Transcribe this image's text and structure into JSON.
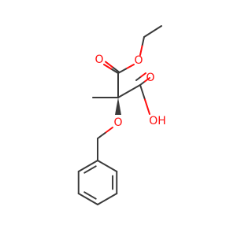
{
  "molecule": {
    "atoms": {
      "ester_o_single": {
        "label": "O",
        "color": "#ff0d0d"
      },
      "ester_o_double": {
        "label": "O",
        "color": "#ff0d0d"
      },
      "acid_o_double": {
        "label": "O",
        "color": "#ff0d0d"
      },
      "acid_oh": {
        "label": "OH",
        "color": "#ff0d0d"
      },
      "ether_o": {
        "label": "O",
        "color": "#ff0d0d"
      }
    },
    "colors": {
      "bond": "#3a3a3a",
      "heteroatom": "#ff0d0d",
      "background": "#ffffff"
    }
  }
}
